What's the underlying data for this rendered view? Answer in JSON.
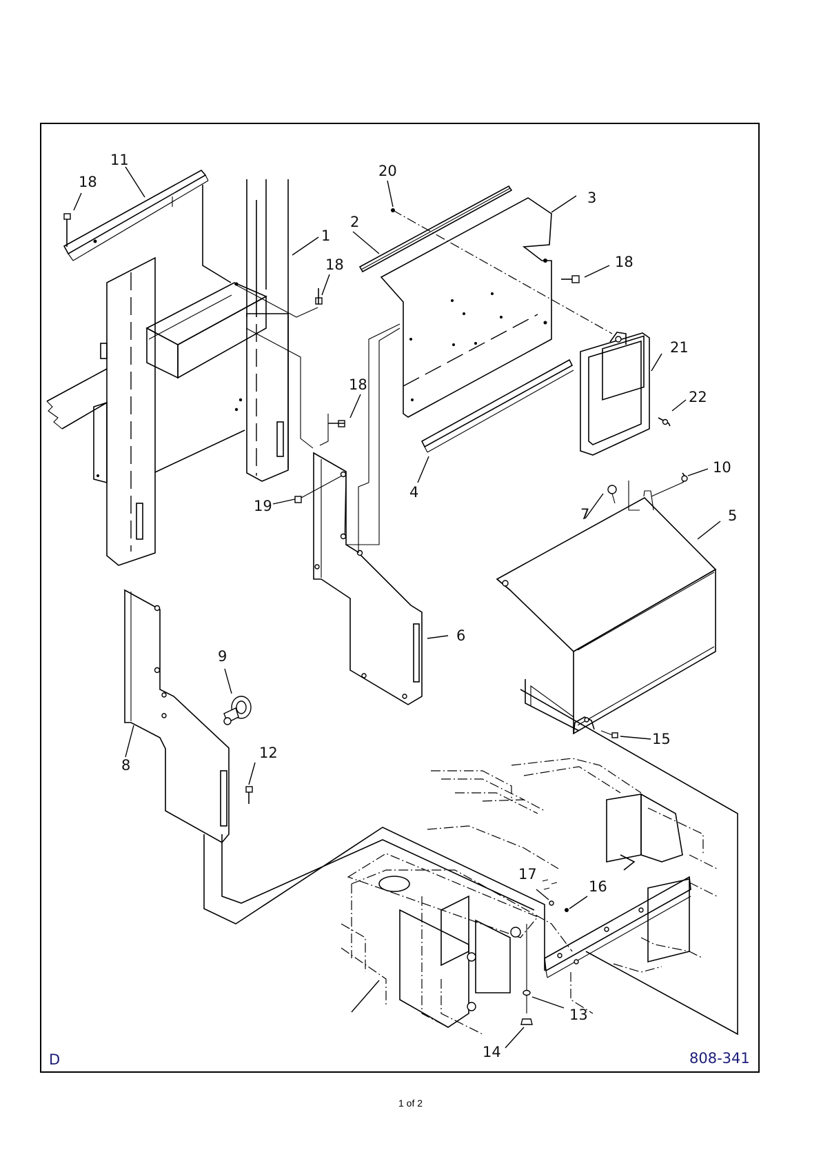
{
  "callouts": [
    "1",
    "2",
    "3",
    "4",
    "5",
    "6",
    "7",
    "8",
    "9",
    "10",
    "11",
    "12",
    "13",
    "14",
    "15",
    "16",
    "17",
    "18",
    "18",
    "18",
    "18",
    "19",
    "20",
    "21",
    "22"
  ],
  "drawing": {
    "corner_code": "D",
    "drawing_number": "808-341"
  },
  "footer": {
    "page_label": "1 of 2"
  },
  "colors": {
    "line": "#000000",
    "corner_text": "#1c1c7a",
    "background": "#ffffff"
  }
}
